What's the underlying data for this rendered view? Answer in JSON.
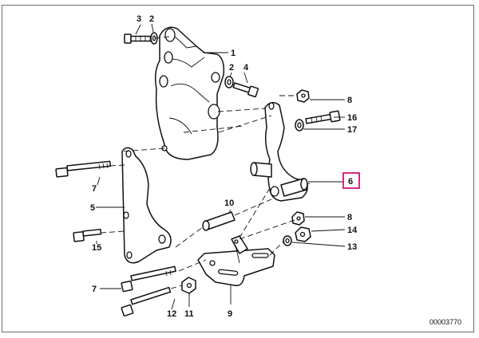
{
  "labels": {
    "p1": "1",
    "p2a": "2",
    "p2b": "2",
    "p3": "3",
    "p4": "4",
    "p5": "5",
    "p6": "6",
    "p7a": "7",
    "p7b": "7",
    "p8a": "8",
    "p8b": "8",
    "p9": "9",
    "p10": "10",
    "p11": "11",
    "p12": "12",
    "p13": "13",
    "p14": "14",
    "p15": "15",
    "p16": "16",
    "p17": "17"
  },
  "catalog_number": "00003770",
  "highlight_color": "#d01673"
}
